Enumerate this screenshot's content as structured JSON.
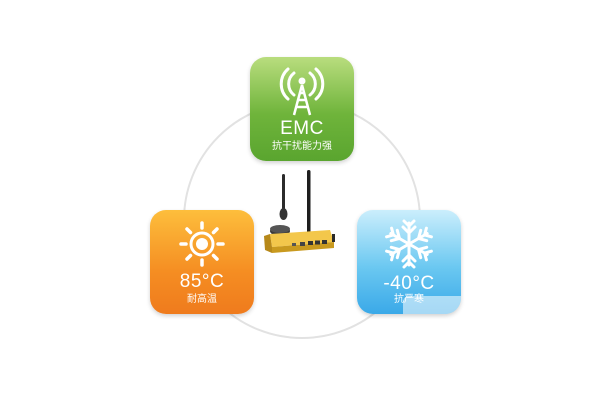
{
  "cards": {
    "emc": {
      "title": "EMC",
      "subtitle": "抗干扰能力强",
      "icon": "antenna-tower-icon",
      "color": "#6fb43b"
    },
    "heat": {
      "title": "85°C",
      "subtitle": "耐高温",
      "icon": "sun-icon",
      "color": "#f58d22"
    },
    "cold": {
      "title": "-40°C",
      "subtitle": "抗严寒",
      "icon": "snowflake-icon",
      "color": "#3aa9e8"
    }
  },
  "center": {
    "icon": "router-icon"
  },
  "ring": {
    "color": "#e0e0e0"
  }
}
